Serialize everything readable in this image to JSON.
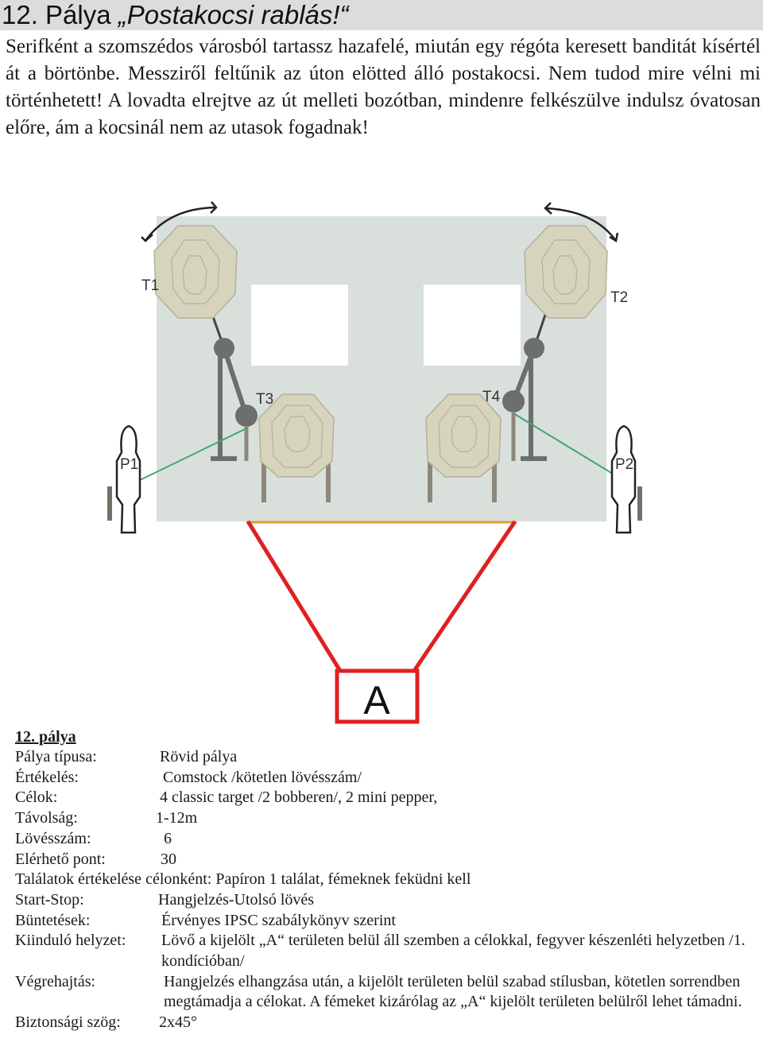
{
  "title": {
    "prefix": "12. Pálya ",
    "italic": "„Postakocsi rablás!“"
  },
  "intro": "Serifként a szomszédos városból tartassz hazafelé, miután egy régóta keresett banditát kísértél át a börtönbe. Messziről feltűnik az úton elötted álló postakocsi. Nem tudod mire vélni mi történhetett! A lovadta elrejtve az út melleti bozótban, mindenre felkészülve indulsz óvatosan előre, ám a kocsinál nem az utasok fogadnak!",
  "diagram": {
    "labels": {
      "t1": "T1",
      "t2": "T2",
      "t3": "T3",
      "t4": "T4",
      "p1": "P1",
      "p2": "P2",
      "a": "A"
    },
    "colors": {
      "background": "#d9e0dc",
      "target_fill": "#d7d4bd",
      "steel": "#6d6e6e",
      "green_line": "#3fa86a",
      "red_box": "#e02020",
      "leg": "#8d877c",
      "stake": "#777066"
    }
  },
  "info": {
    "heading": "12. pálya",
    "rows": [
      {
        "key": "Pálya típusa:",
        "value": "Rövid pálya"
      },
      {
        "key": "Értékelés:",
        "value": "Comstock /kötetlen lövésszám/"
      },
      {
        "key": "Célok:",
        "value": "4 classic target /2 bobberen/, 2 mini pepper,"
      },
      {
        "key": "Távolság:",
        "value": "1-12m"
      },
      {
        "key": "Lövésszám:",
        "value": "6"
      },
      {
        "key": "Elérhető pont:",
        "value": "30"
      },
      {
        "key": "Találatok értékelése célonként: Papíron 1 találat, fémeknek feküdni kell",
        "value": ""
      },
      {
        "key": "Start-Stop:",
        "value": "Hangjelzés-Utolsó lövés"
      },
      {
        "key": "Büntetések:",
        "value": "Érvényes IPSC szabálykönyv szerint"
      },
      {
        "key": "Kiinduló helyzet:",
        "value": "Lövő a kijelölt „A“ területen belül áll szemben a célokkal, fegyver készenléti helyzetben /1. kondícióban/"
      },
      {
        "key": "Végrehajtás:",
        "value": "Hangjelzés elhangzása után, a kijelölt területen belül szabad stílusban, kötetlen sorrendben megtámadja a célokat. A fémeket kizárólag az „A“ kijelölt területen belülről lehet támadni."
      },
      {
        "key": "Biztonsági szög:",
        "value": "2x45°"
      }
    ]
  }
}
